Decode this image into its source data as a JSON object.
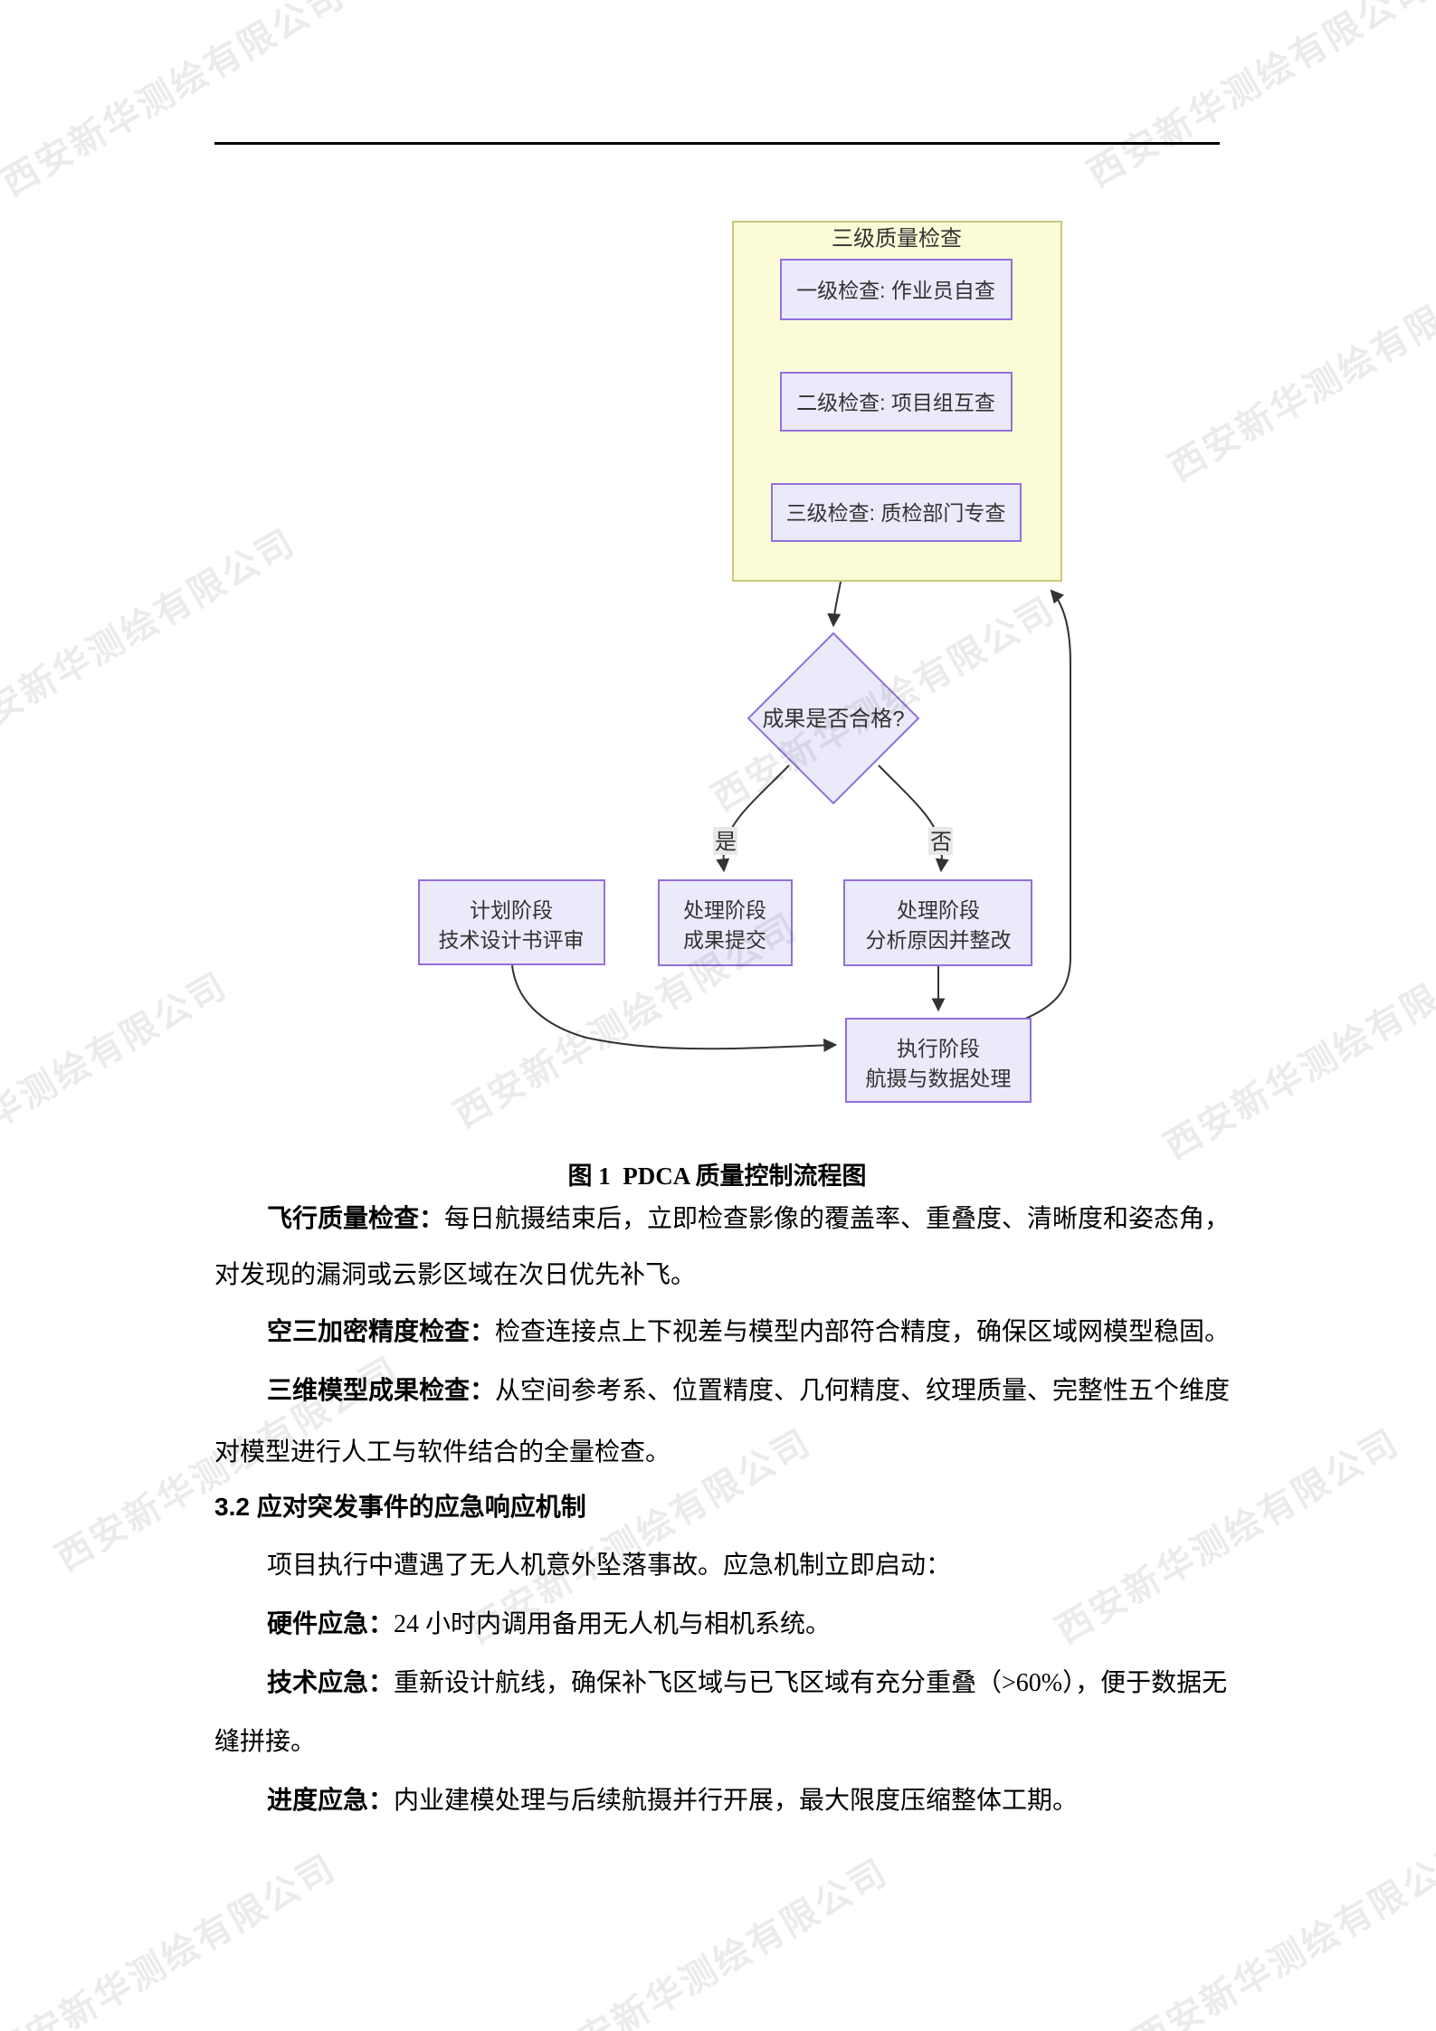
{
  "watermark": {
    "text": "西安新华测绘有限公司"
  },
  "caption": "图 1  PDCA 质量控制流程图",
  "flowchart": {
    "type": "flowchart",
    "subgraph_title": "三级质量检查",
    "check_boxes": [
      "一级检查: 作业员自查",
      "二级检查: 项目组互查",
      "三级检查: 质检部门专查"
    ],
    "decision": "成果是否合格?",
    "edge_labels": {
      "yes": "是",
      "no": "否"
    },
    "stages": {
      "plan": {
        "line1": "计划阶段",
        "line2": "技术设计书评审"
      },
      "submit": {
        "line1": "处理阶段",
        "line2": "成果提交"
      },
      "rectify": {
        "line1": "处理阶段",
        "line2": "分析原因并整改"
      },
      "execute": {
        "line1": "执行阶段",
        "line2": "航摄与数据处理"
      }
    },
    "colors": {
      "subgraph_fill": "#fbfbd8",
      "subgraph_border": "#c9c97a",
      "node_fill": "#eaeafb",
      "node_border": "#9370db",
      "edge": "#333333",
      "edge_label_bg": "#e8e8e8"
    }
  },
  "body": {
    "lines": [
      {
        "bold": "飞行质量检查：",
        "rest": "每日航摄结束后，立即检查影像的覆盖率、重叠度、清晰度和姿态角，"
      },
      {
        "bold": "",
        "rest": "对发现的漏洞或云影区域在次日优先补飞。"
      },
      {
        "bold": "空三加密精度检查：",
        "rest": "检查连接点上下视差与模型内部符合精度，确保区域网模型稳固。"
      },
      {
        "bold": "三维模型成果检查：",
        "rest": "从空间参考系、位置精度、几何精度、纹理质量、完整性五个维度"
      },
      {
        "bold": "",
        "rest": "对模型进行人工与软件结合的全量检查。"
      },
      {
        "bold": "",
        "rest": "3.2 应对突发事件的应急响应机制"
      },
      {
        "bold": "",
        "rest": "项目执行中遭遇了无人机意外坠落事故。应急机制立即启动："
      },
      {
        "bold": "硬件应急：",
        "rest": "24 小时内调用备用无人机与相机系统。"
      },
      {
        "bold": "技术应急：",
        "rest": "重新设计航线，确保补飞区域与已飞区域有充分重叠（>60%），便于数据无"
      },
      {
        "bold": "",
        "rest": "缝拼接。"
      },
      {
        "bold": "进度应急：",
        "rest": "内业建模处理与后续航摄并行开展，最大限度压缩整体工期。"
      }
    ]
  }
}
